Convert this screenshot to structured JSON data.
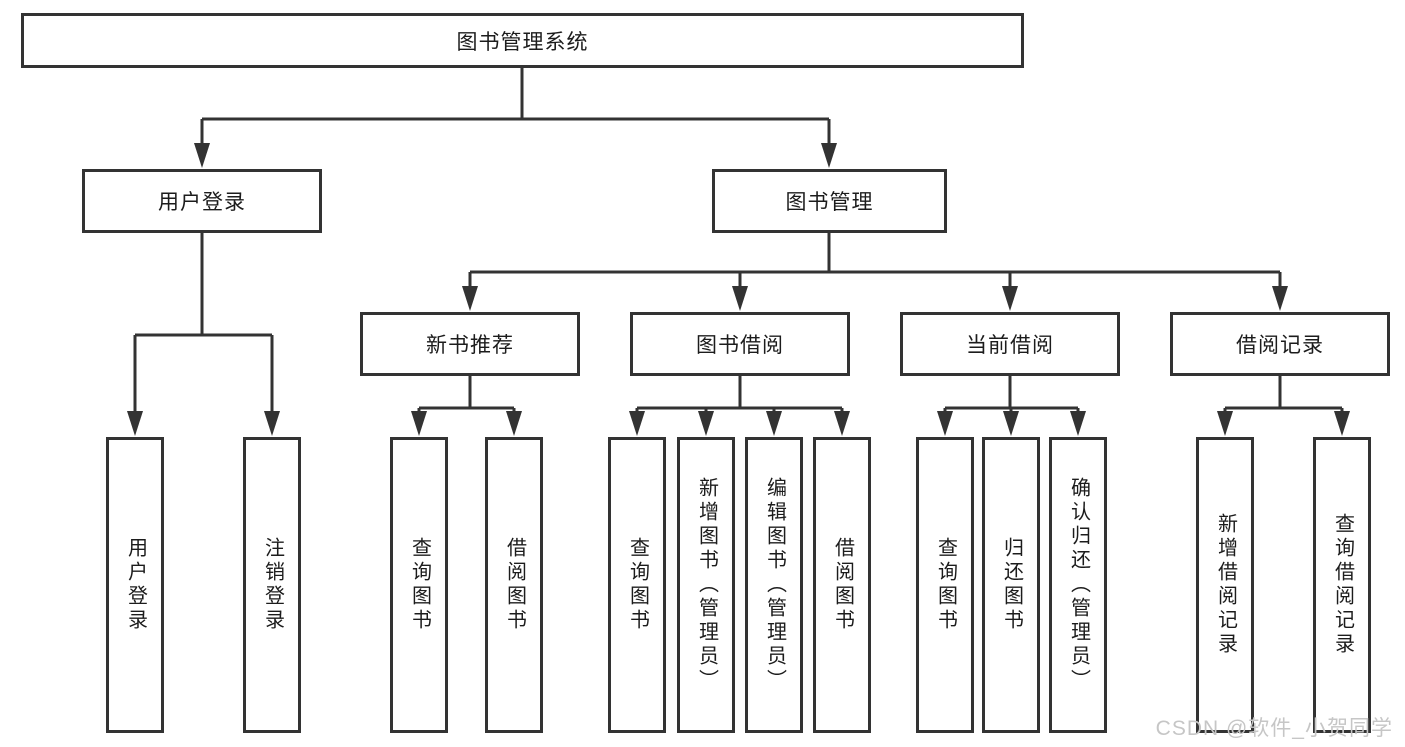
{
  "tree": {
    "label": "图书管理系统",
    "children": [
      {
        "label": "用户登录",
        "children": [
          {
            "label": "用户登录"
          },
          {
            "label": "注销登录"
          }
        ]
      },
      {
        "label": "图书管理",
        "children": [
          {
            "label": "新书推荐",
            "children": [
              {
                "label": "查询图书"
              },
              {
                "label": "借阅图书"
              }
            ]
          },
          {
            "label": "图书借阅",
            "children": [
              {
                "label": "查询图书"
              },
              {
                "label": "新增图书（管理员）"
              },
              {
                "label": "编辑图书（管理员）"
              },
              {
                "label": "借阅图书"
              }
            ]
          },
          {
            "label": "当前借阅",
            "children": [
              {
                "label": "查询图书"
              },
              {
                "label": "归还图书"
              },
              {
                "label": "确认归还（管理员）"
              }
            ]
          },
          {
            "label": "借阅记录",
            "children": [
              {
                "label": "新增借阅记录"
              },
              {
                "label": "查询借阅记录"
              }
            ]
          }
        ]
      }
    ]
  },
  "watermark": {
    "text": "CSDN @软件_小贺同学"
  },
  "colors": {
    "line": "#333333",
    "text": "#1c1c1c",
    "background": "#ffffff",
    "watermark": "#c6c6c6"
  }
}
